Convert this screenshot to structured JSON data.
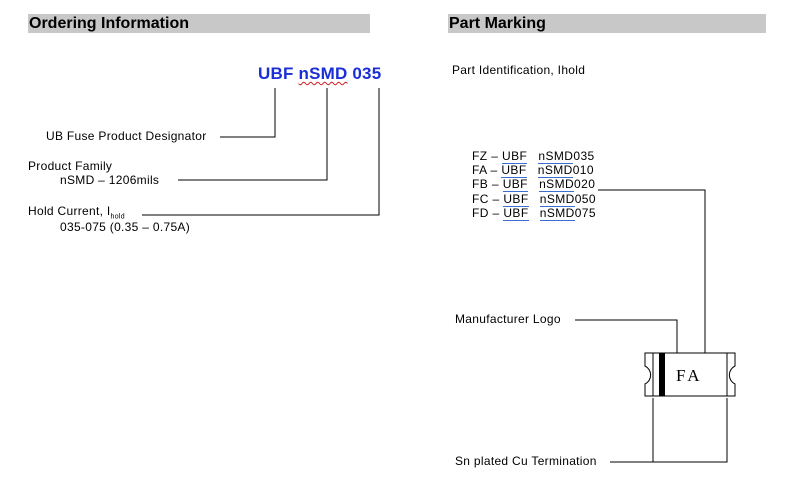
{
  "ordering": {
    "header": "Ordering Information",
    "code_prefix": "UBF",
    "code_family": "nSMD",
    "code_current": "035",
    "designator_label": "UB Fuse Product Designator",
    "family_label": "Product Family",
    "family_value": "nSMD – 1206mils",
    "hold_label": "Hold Current, I",
    "hold_subscript": "hold",
    "hold_value": "035-075 (0.35 – 0.75A)"
  },
  "marking": {
    "header": "Part Marking",
    "part_id_label": "Part Identification, Ihold",
    "rows": [
      {
        "code": "FZ",
        "prefix": "UBF",
        "family": "nSMD",
        "current": "035"
      },
      {
        "code": "FA",
        "prefix": "UBF",
        "family": "nSMD",
        "current": "010"
      },
      {
        "code": "FB",
        "prefix": "UBF",
        "family": "nSMD",
        "current": "020"
      },
      {
        "code": "FC",
        "prefix": "UBF",
        "family": "nSMD",
        "current": "050"
      },
      {
        "code": "FD",
        "prefix": "UBF",
        "family": "nSMD",
        "current": "075"
      }
    ],
    "dash": "–",
    "logo_label": "Manufacturer Logo",
    "fuse_marking": "FA",
    "termination_label": "Sn plated Cu Termination"
  },
  "colors": {
    "header_bg": "#c8c8c8",
    "code_blue": "#1a2fd6",
    "squiggle_red": "#d21a1a",
    "underline_blue": "#3a6fd0"
  }
}
